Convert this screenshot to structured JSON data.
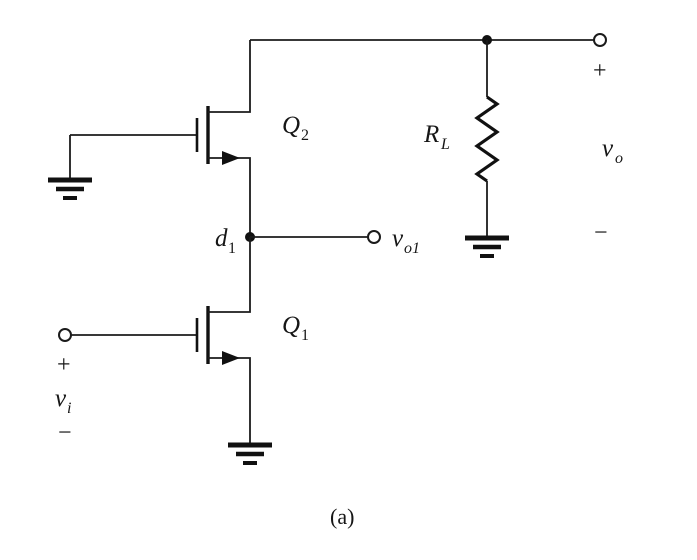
{
  "figure": {
    "caption": "(a)",
    "colors": {
      "wire": "#1b1b1b",
      "accent": "#2b9fd6",
      "q2_gate_wire": "#5d2a2a"
    }
  },
  "labels": {
    "q2": {
      "base": "Q",
      "sub": "2"
    },
    "q1": {
      "base": "Q",
      "sub": "1"
    },
    "rl": {
      "base": "R",
      "sub": "L"
    },
    "d1": {
      "base": "d",
      "sub": "1"
    },
    "vo1": {
      "base": "v",
      "sub": "o1"
    },
    "vo": {
      "base": "v",
      "sub": "o"
    },
    "vi": {
      "base": "v",
      "sub": "i"
    },
    "output_plus": "+",
    "output_minus": "−",
    "input_plus": "+",
    "input_minus": "−"
  }
}
